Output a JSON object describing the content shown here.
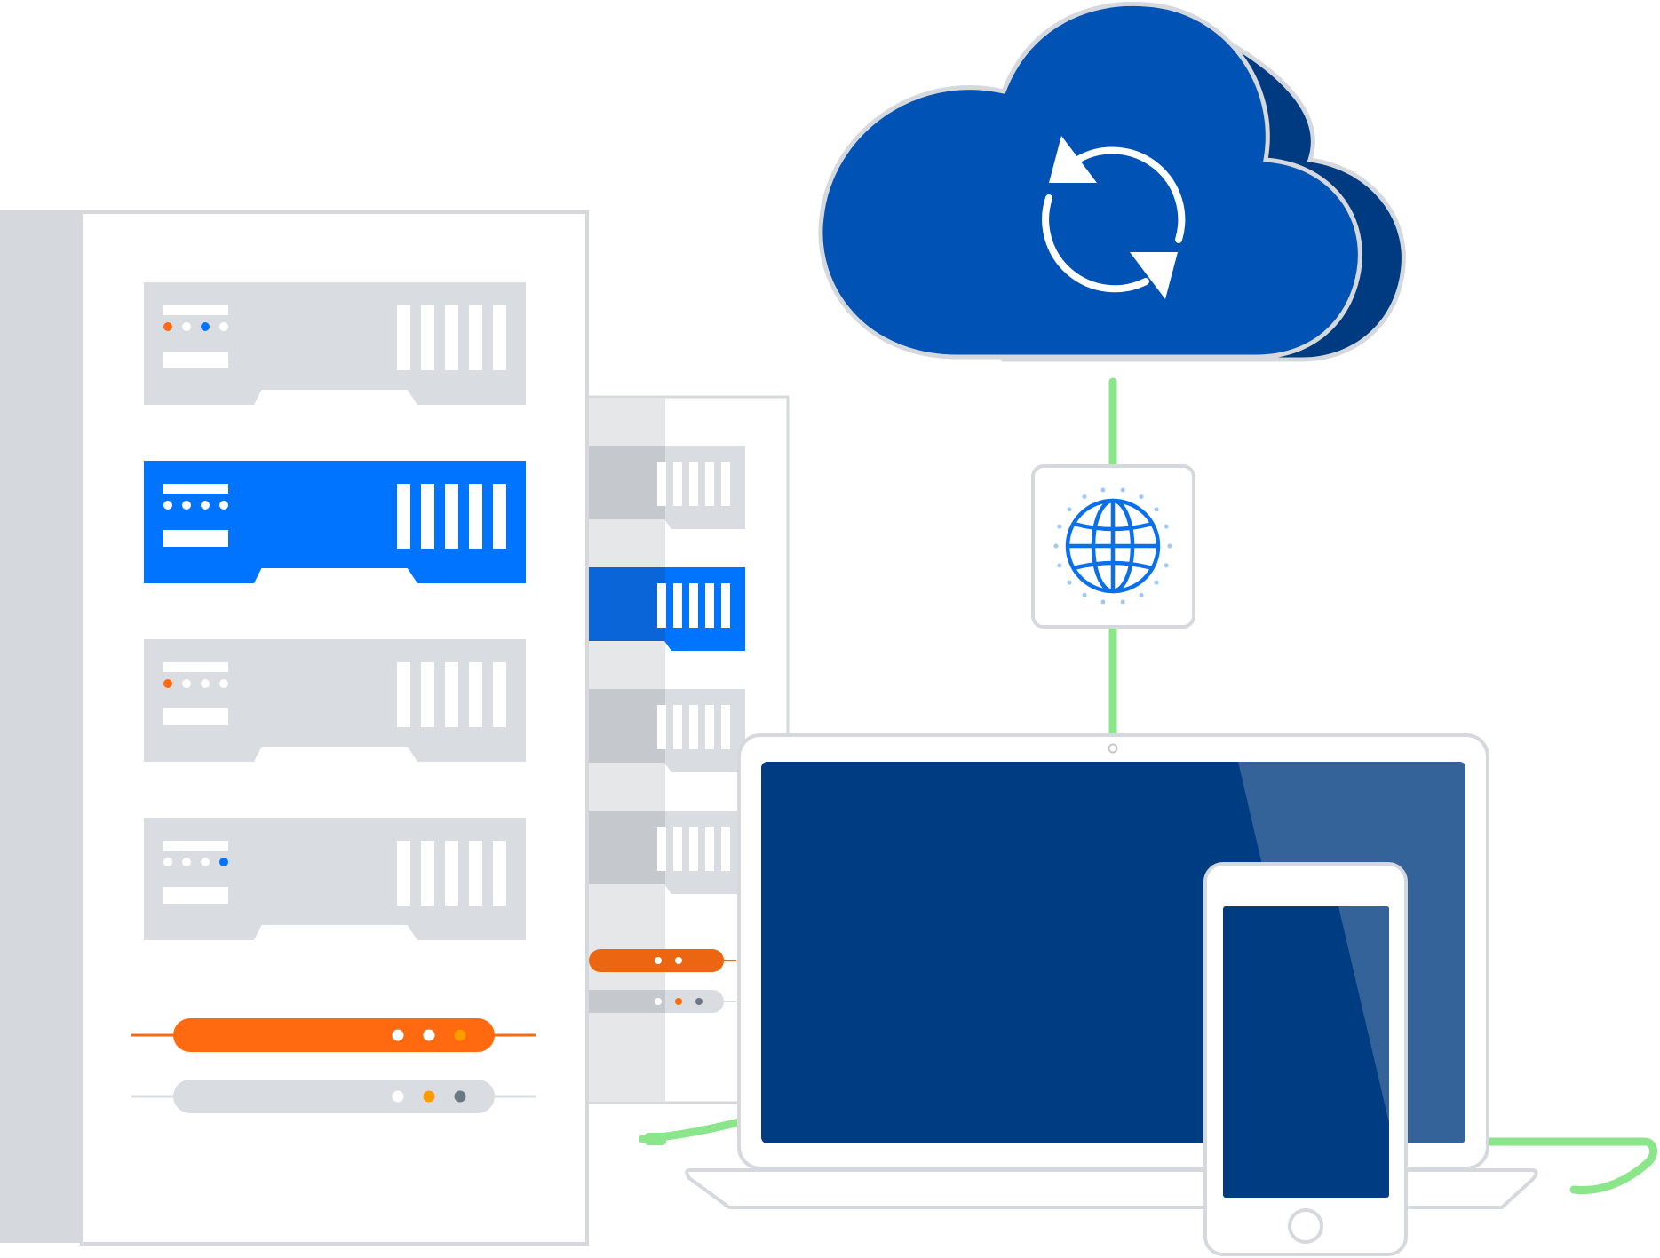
{
  "illustration": {
    "subject": "",
    "colors": {
      "cloud_front": "#0052b4",
      "cloud_back": "#003a80",
      "accent_blue": "#0074ff",
      "screen_navy": "#003c82",
      "screen_glare": "#336399",
      "rack_gray": "#d9dce1",
      "rack_side": "#d5d8dd",
      "rack_back_side": "#e6e7e9",
      "rack_back_unit": "#c5c8cd",
      "outline": "#d5d8dd",
      "status_orange": "#ff6a10",
      "status_amber": "#ff9a00",
      "status_slate": "#6b7785",
      "connector_green": "#8be58b",
      "globe_blue": "#0a6fe8"
    },
    "icons": {
      "cloud": "cloud-icon",
      "sync": "sync-arrows-icon",
      "globe": "globe-icon",
      "laptop": "laptop-icon",
      "phone": "smartphone-icon",
      "server": "server-rack-icon"
    },
    "front_rack_units": [
      {
        "state": "idle",
        "lights": [
          "orange",
          "white",
          "blue",
          "white"
        ]
      },
      {
        "state": "active",
        "lights": [
          "white",
          "white",
          "white",
          "white"
        ]
      },
      {
        "state": "idle",
        "lights": [
          "orange",
          "white",
          "white",
          "white"
        ]
      },
      {
        "state": "idle",
        "lights": [
          "white",
          "white",
          "white",
          "blue"
        ]
      }
    ],
    "back_rack_units": [
      "idle",
      "active",
      "idle",
      "idle"
    ],
    "front_bars": [
      {
        "color": "orange",
        "lights": [
          "white",
          "white",
          "amber"
        ]
      },
      {
        "color": "gray",
        "lights": [
          "white",
          "amber",
          "slate"
        ]
      }
    ],
    "back_bars": [
      {
        "color": "orange",
        "lights": [
          "white",
          "white"
        ]
      },
      {
        "color": "gray",
        "lights": [
          "white",
          "orange",
          "slate"
        ]
      }
    ]
  }
}
